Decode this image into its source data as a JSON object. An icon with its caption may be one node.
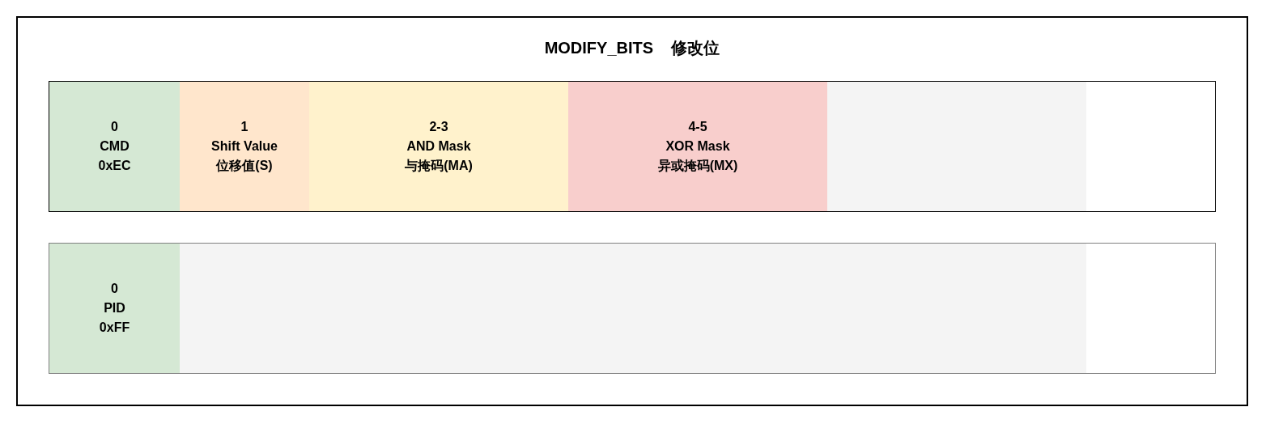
{
  "diagram": {
    "title": "MODIFY_BITS    修改位",
    "nodes": [
      {
        "text": [],
        "shape": "box"
      },
      {
        "text": [
          "0",
          "CMD",
          "0xEC"
        ],
        "in": 0
      },
      {
        "text": [
          "1",
          "Shift Value",
          "位移值(S)"
        ],
        "in": 0
      },
      {
        "text": [
          "2-3",
          "AND Mask",
          "与掩码(MA)"
        ],
        "in": 0
      },
      {
        "text": [
          "4-5",
          "XOR Mask",
          "异或掩码(MX)"
        ],
        "in": 0
      },
      {
        "text": [],
        "shape": "box",
        "in": 0
      },
      {
        "text": [],
        "shape": "box"
      },
      {
        "text": [
          "0",
          "PID",
          "0xFF"
        ],
        "in": 6
      },
      {
        "text": [],
        "shape": "box",
        "in": 6
      }
    ]
  }
}
